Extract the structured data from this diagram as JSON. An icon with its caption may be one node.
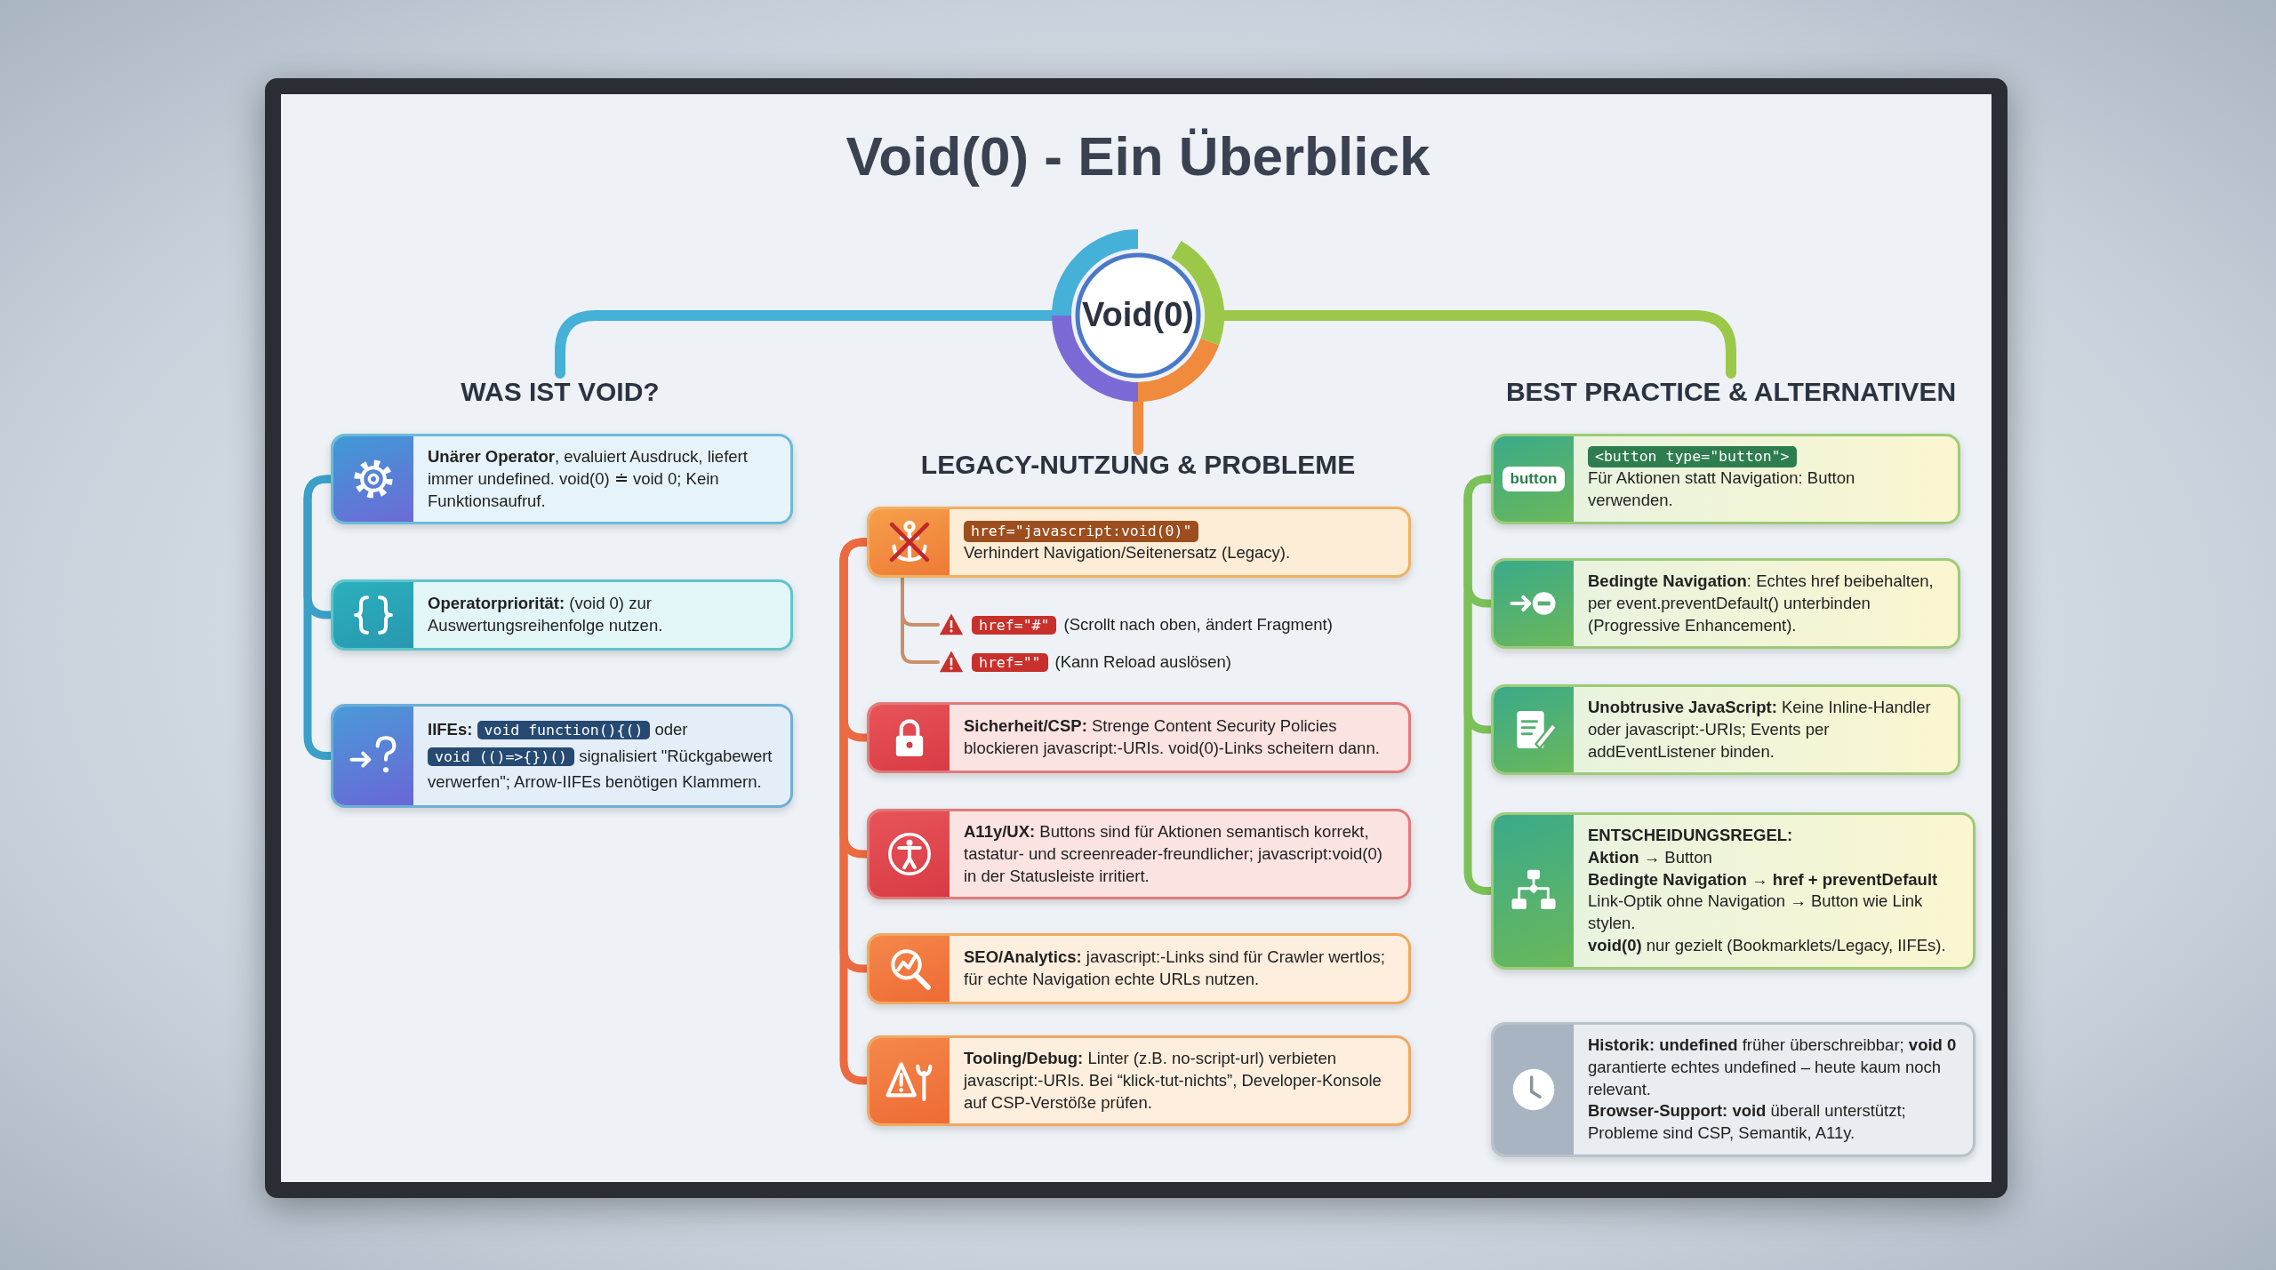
{
  "diagram": {
    "title": "Void(0) - Ein Überblick",
    "nodes": [
      {
        "text": [
          "Void(0)"
        ]
      },
      {
        "text": [
          "WAS IST VOID?"
        ]
      },
      {
        "text": [
          "LEGACY-NUTZUNG & PROBLEME"
        ]
      },
      {
        "text": [
          "BEST PRACTICE & ALTERNATIVEN"
        ]
      },
      {
        "text": [
          "**Unärer Operator**, evaluiert Ausdruck, liefert immer undefined. void(0) ≐ void 0; Kein Funktionsaufruf."
        ]
      },
      {
        "text": [
          "**Operatorpriorität:** (void 0) zur Auswertungsreihenfolge nutzen."
        ]
      },
      {
        "text": [
          "IIFEs:",
          "void function(){()",
          "oder",
          "void (()=>{})()",
          "signalisiert \"Rückgabewert verwerfen\"; Arrow-IIFEs benötigen Klammern."
        ]
      },
      {
        "text": [
          "href=\"javascript:void(0)\"",
          "Verhindert Navigation/Seitenersatz (Legacy)."
        ]
      },
      {
        "text": [
          "href=\"#\"",
          "(Scrollt nach oben, ändert Fragment)"
        ]
      },
      {
        "text": [
          "href=\"\"",
          "(Kann Reload auslösen)"
        ]
      },
      {
        "text": [
          "**Sicherheit/CSP:** Strenge Content Security Policies blockieren javascript:-URIs. void(0)-Links scheitern dann."
        ]
      },
      {
        "text": [
          "**A11y/UX:** Buttons sind für Aktionen semantisch korrekt, tastatur- und screenreader-freundlicher; javascript:void(0) in der Statusleiste irritiert."
        ]
      },
      {
        "text": [
          "**SEO/Analytics:** javascript:-Links sind für Crawler wertlos; für echte Navigation echte URLs nutzen."
        ]
      },
      {
        "text": [
          "**Tooling/Debug:** Linter (z.B. no-script-url) verbieten javascript:-URIs. Bei “klick-tut-nichts”, Developer-Konsole auf CSP-Verstöße prüfen."
        ]
      },
      {
        "text": [
          "button",
          "<button type=\"button\">",
          "Für Aktionen statt Navigation: Button verwenden."
        ]
      },
      {
        "text": [
          "**Bedingte Navigation**: Echtes href beibehalten, per event.preventDefault() unterbinden (Progressive Enhancement)."
        ]
      },
      {
        "text": [
          "**Unobtrusive JavaScript:** Keine Inline-Handler oder javascript:-URIs; Events per addEventListener binden."
        ]
      },
      {
        "text": [
          "ENTSCHEIDUNGSREGEL:",
          "**Aktion** → Button",
          "Bedingte Navigation → href + preventDefault",
          "Link-Optik ohne Navigation → Button wie Link stylen.",
          "**void(0)** nur gezielt (Bookmarklets/Legacy, IIFEs)."
        ]
      },
      {
        "text": [
          "**Historik: undefined** früher überschreibbar; **void 0** garantierte echtes undefined – heute kaum noch relevant.",
          "**Browser-Support: void** überall unterstützt; Probleme sind CSP, Semantik, A11y."
        ]
      }
    ],
    "edges": [
      {
        "from": 0,
        "to": 1,
        "arrow": "none",
        "color": "#45b0d8"
      },
      {
        "from": 0,
        "to": 2,
        "arrow": "none",
        "color": "#f08a3c"
      },
      {
        "from": 0,
        "to": 3,
        "arrow": "none",
        "color": "#9cc84a"
      },
      {
        "from": 4,
        "to": 5,
        "arrow": "none",
        "color": "#3aa0c8"
      },
      {
        "from": 4,
        "to": 6,
        "arrow": "none",
        "color": "#3aa0c8"
      },
      {
        "from": 7,
        "to": 8,
        "arrow": "none",
        "color": "#c8906a"
      },
      {
        "from": 7,
        "to": 9,
        "arrow": "none",
        "color": "#c8906a"
      },
      {
        "from": 7,
        "to": 10,
        "arrow": "none",
        "color": "#ec6a40"
      },
      {
        "from": 7,
        "to": 11,
        "arrow": "none",
        "color": "#ec6a40"
      },
      {
        "from": 7,
        "to": 12,
        "arrow": "none",
        "color": "#ec6a40"
      },
      {
        "from": 7,
        "to": 13,
        "arrow": "none",
        "color": "#ec6a40"
      },
      {
        "from": 14,
        "to": 15,
        "arrow": "none",
        "color": "#7cc05a"
      },
      {
        "from": 14,
        "to": 16,
        "arrow": "none",
        "color": "#7cc05a"
      },
      {
        "from": 14,
        "to": 17,
        "arrow": "none",
        "color": "#7cc05a"
      }
    ]
  }
}
